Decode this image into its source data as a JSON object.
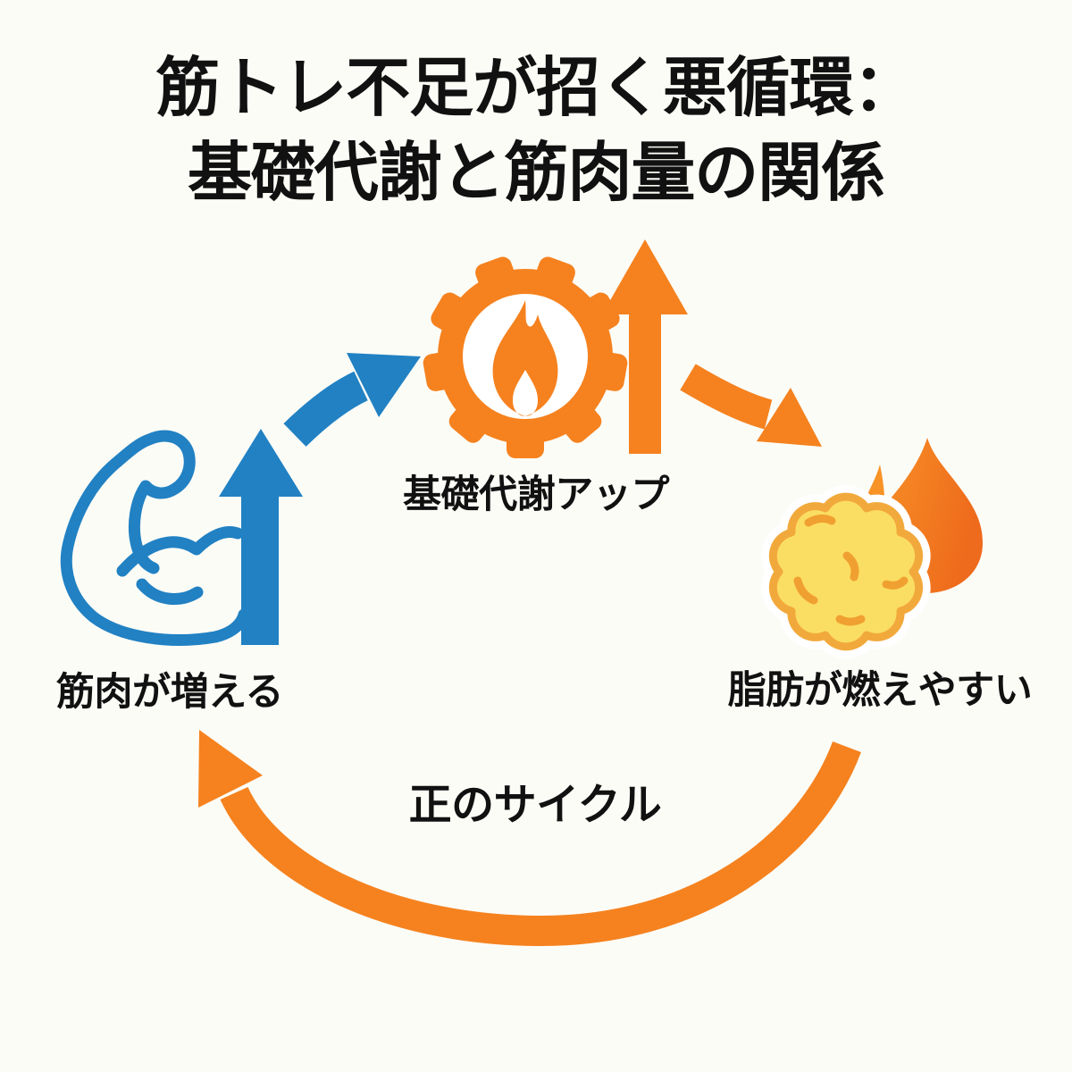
{
  "title": {
    "line1": "筋トレ不足が招く悪循環：",
    "line2": "基礎代謝と筋肉量の関係"
  },
  "nodes": {
    "muscle": {
      "label": "筋肉が増える",
      "icon": "flexed-biceps-icon"
    },
    "metabolism": {
      "label": "基礎代謝アップ",
      "icon": "gear-flame-icon"
    },
    "fat": {
      "label": "脂肪が燃えやすい",
      "icon": "fat-burning-flame-icon"
    }
  },
  "cycle": {
    "label": "正のサイクル",
    "icon": "counterclockwise-cycle-arrow"
  },
  "colors": {
    "orange": "#F5821F",
    "orangeDeep": "#EE6A1C",
    "orangeLight": "#F89327",
    "blue": "#2181C3",
    "yellow": "#FADE63",
    "yellowOutline": "#F2A93B",
    "fatDash": "#F0A030",
    "text": "#111111",
    "background": "#FCFCF7"
  }
}
